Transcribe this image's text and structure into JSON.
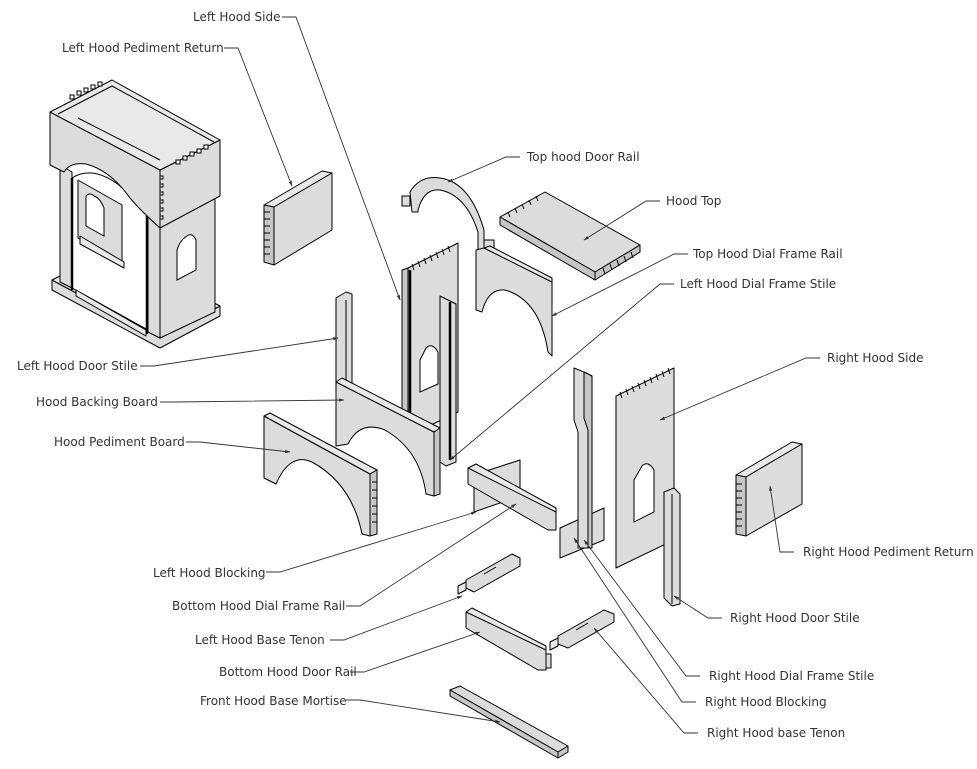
{
  "diagram": {
    "title": "Clock Hood Exploded Assembly",
    "style": {
      "surface_color": "#dcdcdc",
      "outline_color": "#000000",
      "leader_color": "#333333",
      "background": "#ffffff"
    },
    "assembled_view": "assembled-hood",
    "labels": [
      {
        "id": "left-hood-side",
        "text": "Left Hood Side"
      },
      {
        "id": "left-hood-pediment-return",
        "text": "Left Hood Pediment Return"
      },
      {
        "id": "top-hood-door-rail",
        "text": "Top hood Door Rail"
      },
      {
        "id": "hood-top",
        "text": "Hood Top"
      },
      {
        "id": "top-hood-dial-frame-rail",
        "text": "Top Hood Dial Frame Rail"
      },
      {
        "id": "left-hood-dial-frame-stile",
        "text": "Left Hood Dial Frame Stile"
      },
      {
        "id": "right-hood-side",
        "text": "Right Hood Side"
      },
      {
        "id": "left-hood-door-stile",
        "text": "Left Hood Door Stile"
      },
      {
        "id": "hood-backing-board",
        "text": "Hood Backing Board"
      },
      {
        "id": "hood-pediment-board",
        "text": "Hood Pediment Board"
      },
      {
        "id": "right-hood-pediment-return",
        "text": "Right Hood Pediment Return"
      },
      {
        "id": "left-hood-blocking",
        "text": "Left Hood Blocking"
      },
      {
        "id": "bottom-hood-dial-frame-rail",
        "text": "Bottom Hood Dial Frame Rail"
      },
      {
        "id": "right-hood-door-stile",
        "text": "Right Hood Door Stile"
      },
      {
        "id": "left-hood-base-tenon",
        "text": "Left Hood Base Tenon"
      },
      {
        "id": "bottom-hood-door-rail",
        "text": "Bottom Hood Door Rail"
      },
      {
        "id": "right-hood-dial-frame-stile",
        "text": "Right Hood Dial Frame Stile"
      },
      {
        "id": "front-hood-base-mortise",
        "text": "Front Hood Base Mortise"
      },
      {
        "id": "right-hood-blocking",
        "text": "Right Hood Blocking"
      },
      {
        "id": "right-hood-base-tenon",
        "text": "Right Hood base Tenon"
      }
    ]
  }
}
